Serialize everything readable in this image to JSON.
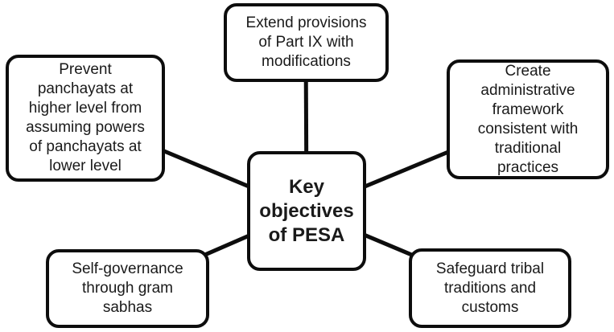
{
  "diagram": {
    "title": "Key objectives of PESA",
    "center_node": {
      "label": "Key\nobjectives\nof PESA"
    },
    "nodes": {
      "top": {
        "label": "Extend provisions\nof Part IX with\nmodifications"
      },
      "left": {
        "label": "Prevent\npanchayats at\nhigher level from\nassuming powers\nof panchayats at\nlower level"
      },
      "right": {
        "label": "Create\nadministrative\nframework\nconsistent with\ntraditional\npractices"
      },
      "lower_left": {
        "label": "Self-governance\nthrough gram\nsabhas"
      },
      "lower_right": {
        "label": "Safeguard tribal\ntraditions and\ncustoms"
      }
    },
    "colors": {
      "stroke": "#0d0d0d",
      "node_fill": "#ffffff",
      "text": "#1a1a1a",
      "background": "#ffffff"
    }
  }
}
